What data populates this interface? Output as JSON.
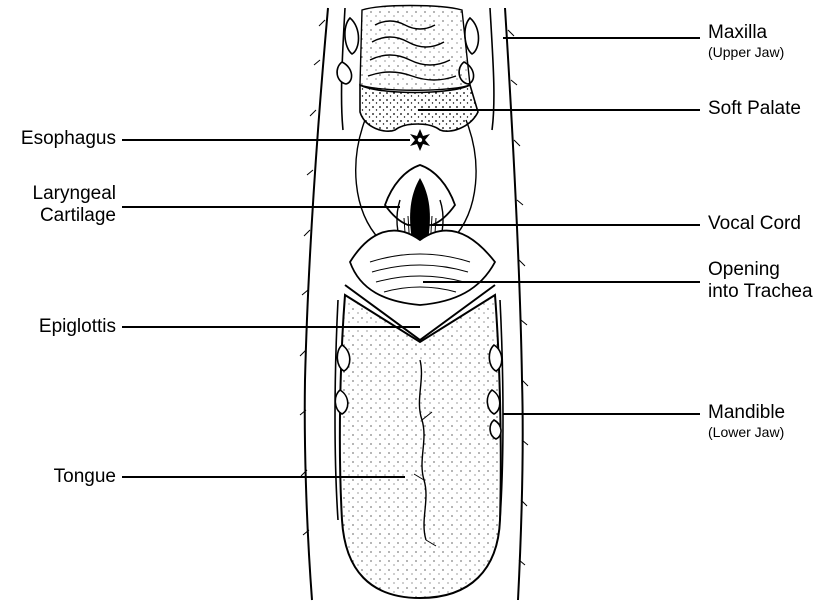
{
  "labels": {
    "maxilla": {
      "main": "Maxilla",
      "sub": "(Upper Jaw)"
    },
    "soft_palate": {
      "main": "Soft Palate"
    },
    "esophagus": {
      "main": "Esophagus"
    },
    "laryngeal_cartilage": {
      "line1": "Laryngeal",
      "line2": "Cartilage"
    },
    "vocal_cord": {
      "main": "Vocal Cord"
    },
    "opening_trachea": {
      "line1": "Opening",
      "line2": "into Trachea"
    },
    "epiglottis": {
      "main": "Epiglottis"
    },
    "mandible": {
      "main": "Mandible",
      "sub": "(Lower Jaw)"
    },
    "tongue": {
      "main": "Tongue"
    }
  },
  "colors": {
    "ink": "#000000",
    "background": "#ffffff"
  }
}
